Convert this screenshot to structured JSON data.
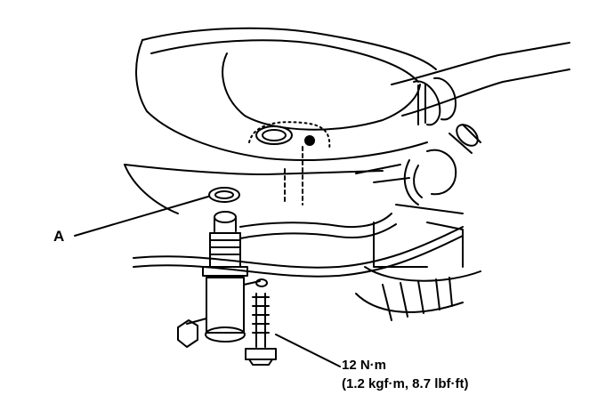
{
  "callouts": {
    "part_a": "A",
    "torque_primary": "12 N·m",
    "torque_secondary": "(1.2 kgf·m, 8.7 lbf·ft)"
  },
  "colors": {
    "ink": "#000000",
    "paper": "#ffffff"
  }
}
